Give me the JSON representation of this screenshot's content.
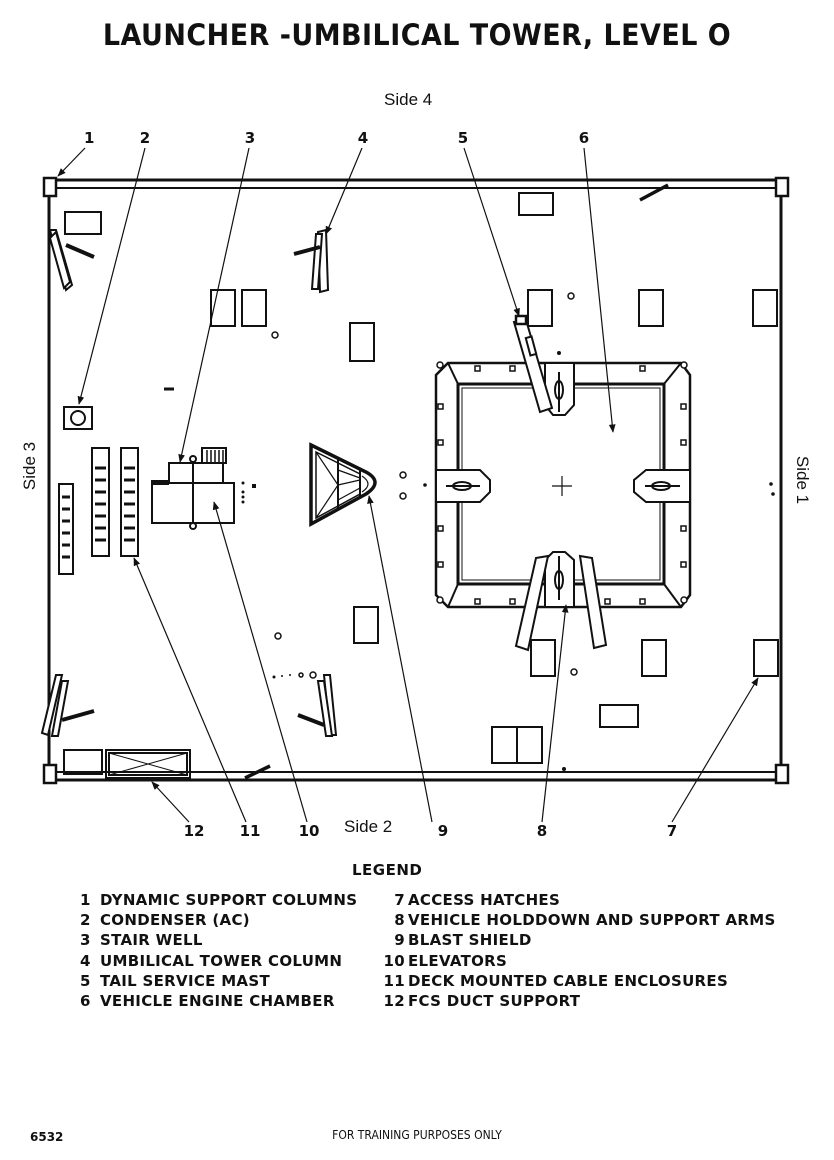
{
  "title": "LAUNCHER -UMBILICAL TOWER, LEVEL O",
  "sides": {
    "top": "Side 4",
    "bottom": "Side 2",
    "left": "Side 3",
    "right": "Side 1"
  },
  "callouts": [
    "1",
    "2",
    "3",
    "4",
    "5",
    "6",
    "7",
    "8",
    "9",
    "10",
    "11",
    "12"
  ],
  "legend": {
    "title": "LEGEND",
    "items": [
      {
        "num": "1",
        "label": "DYNAMIC SUPPORT COLUMNS"
      },
      {
        "num": "2",
        "label": "CONDENSER (AC)"
      },
      {
        "num": "3",
        "label": "STAIR WELL"
      },
      {
        "num": "4",
        "label": "UMBILICAL TOWER COLUMN"
      },
      {
        "num": "5",
        "label": "TAIL SERVICE MAST"
      },
      {
        "num": "6",
        "label": "VEHICLE ENGINE CHAMBER"
      },
      {
        "num": "7",
        "label": "ACCESS HATCHES"
      },
      {
        "num": "8",
        "label": "VEHICLE HOLDDOWN AND SUPPORT ARMS"
      },
      {
        "num": "9",
        "label": "BLAST SHIELD"
      },
      {
        "num": "10",
        "label": "ELEVATORS"
      },
      {
        "num": "11",
        "label": "DECK MOUNTED CABLE ENCLOSURES"
      },
      {
        "num": "12",
        "label": "FCS DUCT SUPPORT"
      }
    ]
  },
  "footer": {
    "figure_number": "6532",
    "note": "FOR TRAINING PURPOSES ONLY"
  }
}
